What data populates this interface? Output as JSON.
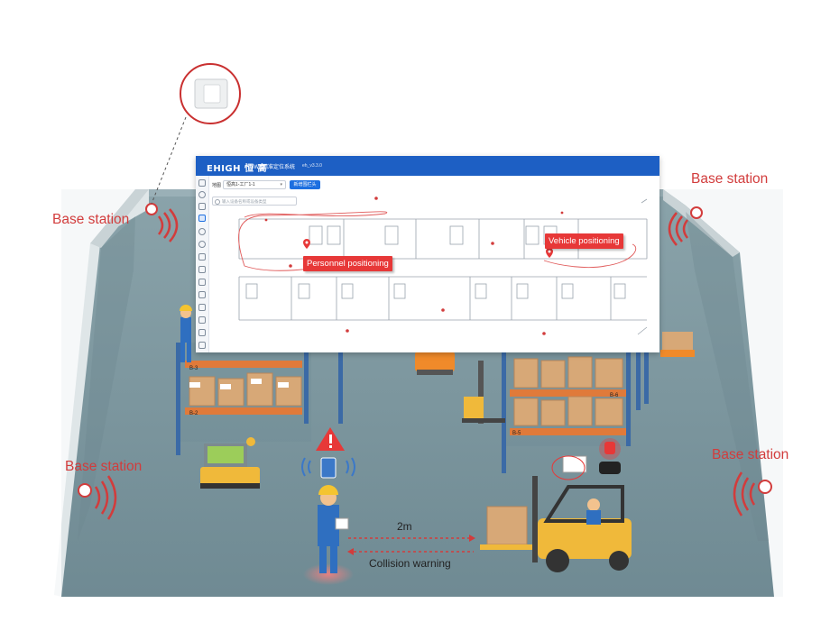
{
  "labels": {
    "base_station_top_left": "Base station",
    "base_station_top_right": "Base station",
    "base_station_bottom_left": "Base station",
    "base_station_bottom_right": "Base station",
    "distance": "2m",
    "collision_warning": "Collision warning"
  },
  "app": {
    "brand": "EHIGH 恒 高",
    "title": "UWB精准定位系统",
    "version": "eh_v3.3.0"
  },
  "toolbar": {
    "map_label": "地图",
    "map_select": "恒高1-工厂1-1",
    "action_button": "新增围栏头"
  },
  "search": {
    "placeholder": "输入设备名称或设备类型"
  },
  "map": {
    "personnel_callout": "Personnel positioning",
    "vehicle_callout": "Vehicle positioning"
  },
  "racks": {
    "top_left_tag": "B-3",
    "bottom_left_tag": "B-2",
    "right_top_tag": "B-6",
    "right_bottom_tag": "B-5"
  },
  "colors": {
    "accent_red": "#e73838",
    "app_blue": "#1d5fc4",
    "floor": "#7c969e",
    "wall": "#ffffff"
  },
  "icons": [
    "warning-triangle-icon",
    "signal-waves-icon",
    "location-pin-icon",
    "beacon-light-icon"
  ]
}
